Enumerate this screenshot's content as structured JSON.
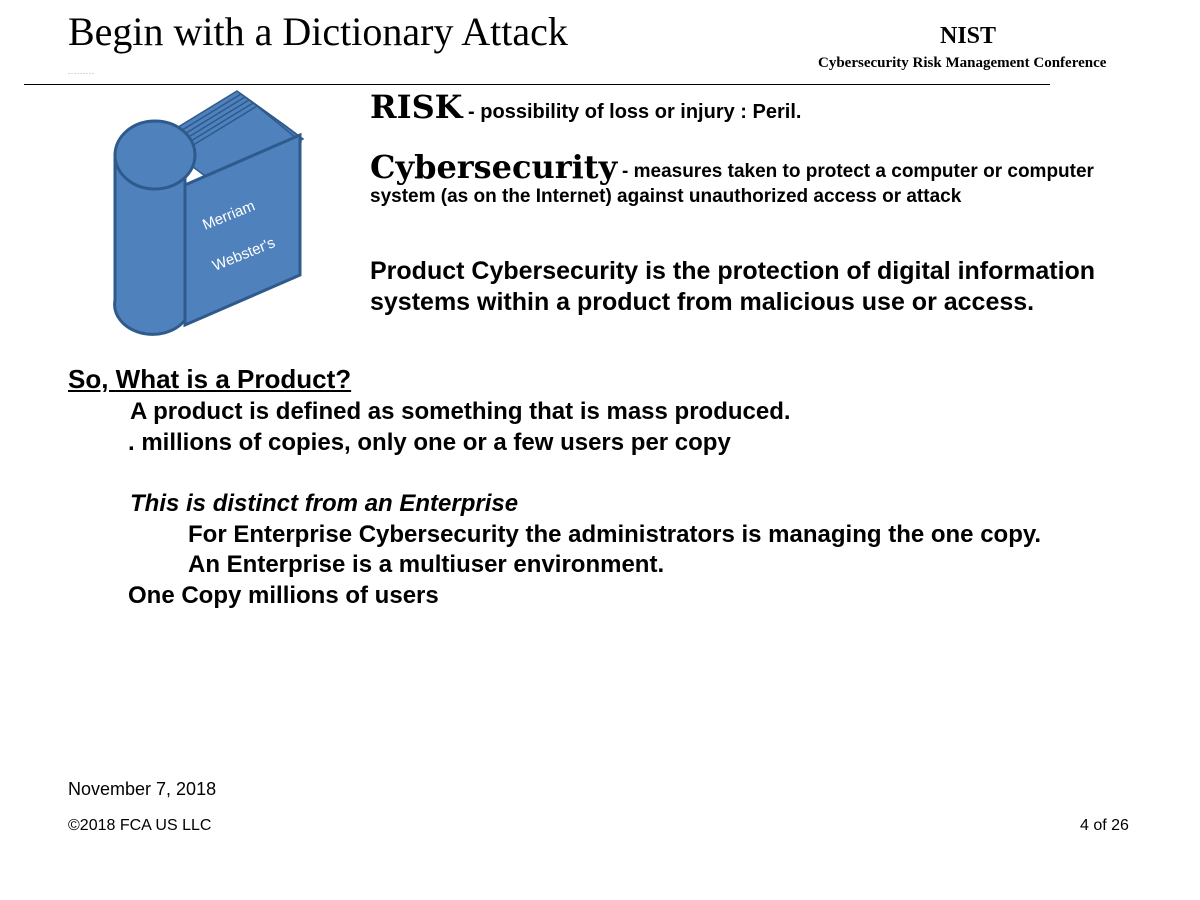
{
  "header": {
    "title": "Begin with a Dictionary Attack",
    "org": "NIST",
    "conference": "Cybersecurity Risk Management Conference"
  },
  "book": {
    "icon": "dictionary-book-icon",
    "color": "#4f81bd",
    "outline": "#2e5a8c",
    "label_line_1": "Merriam",
    "label_line_2": "Webster's"
  },
  "definitions": {
    "risk_term": "RISK",
    "risk_def": " - possibility of loss or injury : Peril.",
    "cyber_term": "Cybersecurity",
    "cyber_def_1": "- measures taken to protect a computer or computer",
    "cyber_def_2": "system (as on the Internet) against unauthorized access or attack",
    "product_cyber": "Product Cybersecurity is the protection of digital information systems within a product from malicious use or access."
  },
  "section": {
    "heading": "So, What is a Product?",
    "lines": [
      "A product is defined as something that is mass produced.",
      ". millions of copies, only one or a few users per copy",
      "This is distinct from an Enterprise",
      "For Enterprise Cybersecurity the administrators is managing the one copy.",
      "An Enterprise is a multiuser environment.",
      "One Copy millions of users"
    ]
  },
  "footer": {
    "date": "November 7, 2018",
    "copyright": "©2018 FCA US LLC",
    "page": "4 of 26"
  }
}
